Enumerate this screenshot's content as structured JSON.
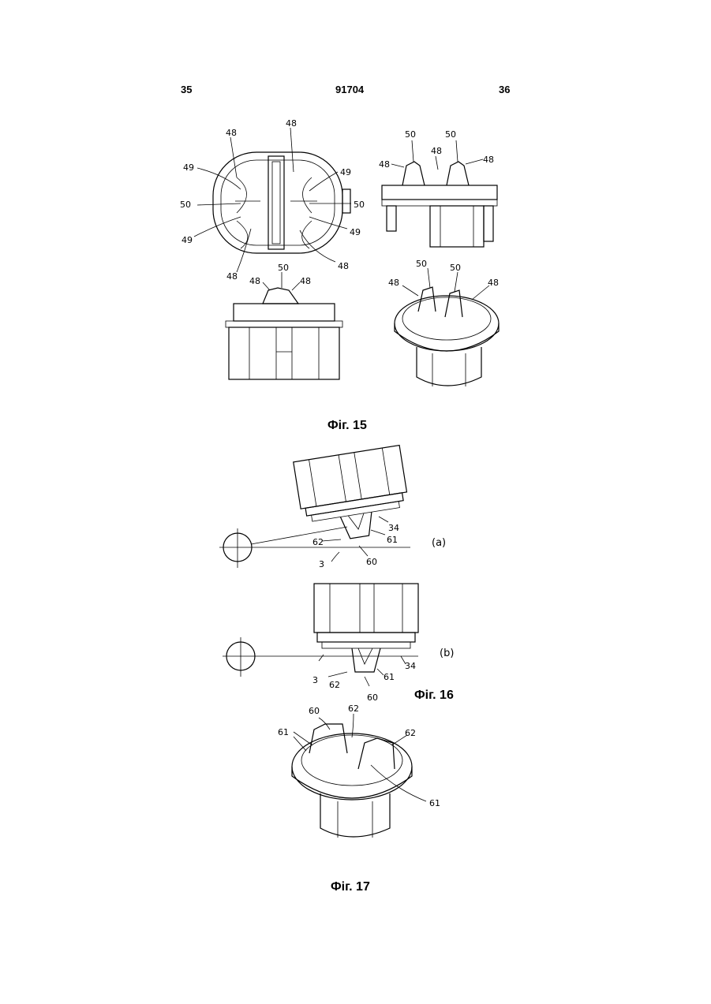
{
  "header": {
    "left_page": "35",
    "patent_number": "91704",
    "right_page": "36"
  },
  "fig15": {
    "caption": "Фіг. 15",
    "top_left_labels": [
      "48",
      "48",
      "49",
      "49",
      "50",
      "50",
      "49",
      "49",
      "48",
      "48"
    ],
    "top_right_labels": [
      "50",
      "50",
      "48",
      "48",
      "48"
    ],
    "bottom_left_labels": [
      "50",
      "48",
      "48"
    ],
    "bottom_right_labels": [
      "50",
      "50",
      "48",
      "48"
    ]
  },
  "fig16": {
    "caption": "Фіг. 16",
    "a": {
      "tag": "(a)",
      "labels": [
        "34",
        "62",
        "61",
        "3",
        "60"
      ]
    },
    "b": {
      "tag": "(b)",
      "labels": [
        "3",
        "62",
        "61",
        "34",
        "60"
      ]
    }
  },
  "fig17": {
    "caption": "Фіг. 17",
    "labels": [
      "60",
      "62",
      "61",
      "62",
      "61"
    ]
  }
}
